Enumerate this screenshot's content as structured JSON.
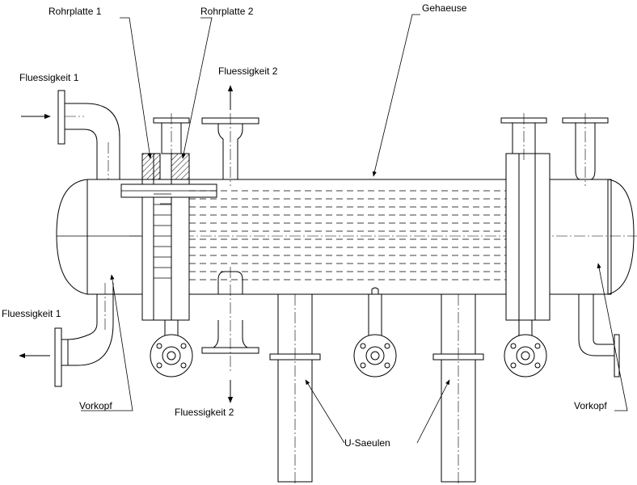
{
  "labels": {
    "rohrplatte1": "Rohrplatte 1",
    "rohrplatte2": "Rohrplatte 2",
    "gehaeuse": "Gehaeuse",
    "fluessigkeit2_out": "Fluessigkeit 2",
    "fluessigkeit1_in": "Fluessigkeit 1",
    "fluessigkeit1_out": "Fluessigkeit 1",
    "fluessigkeit2_in": "Fluessigkeit 2",
    "vorkopf_left": "Vorkopf",
    "vorkopf_right": "Vorkopf",
    "u_saeulen": "U-Saeulen"
  },
  "colors": {
    "line": "#000000",
    "background": "#ffffff"
  }
}
